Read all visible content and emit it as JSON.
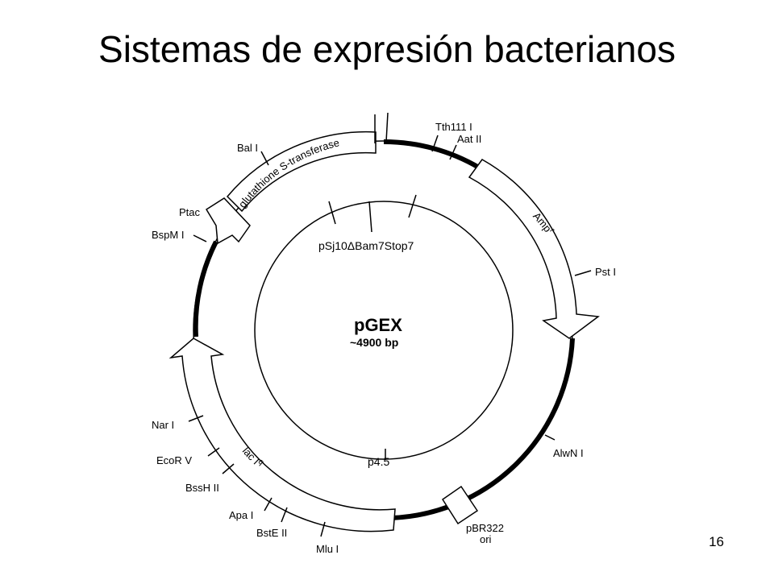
{
  "slide": {
    "title": "Sistemas de expresión bacterianos",
    "page_number": "16"
  },
  "plasmid": {
    "name": "pGEX",
    "size": "~4900 bp",
    "features": {
      "gst": "glutathione S-transferase",
      "ampr": "Amp",
      "ampr_sup": "r",
      "laci": "lac I",
      "laci_sup": "q",
      "pbr322": "pBR322",
      "ori": "ori"
    },
    "inner_labels": {
      "mcs": "pSj10ΔBam7Stop7",
      "p45": "p4.5"
    },
    "sites": {
      "tth111i": "Tth111 I",
      "aatii": "Aat II",
      "psti": "Pst I",
      "alwni": "AlwN I",
      "mlui": "Mlu I",
      "bsteii": "BstE II",
      "apai": "Apa I",
      "bsshii": "BssH II",
      "ecorv": "EcoR V",
      "nari": "Nar I",
      "bspmi": "BspM I",
      "ptac": "Ptac",
      "bali": "Bal I"
    }
  }
}
